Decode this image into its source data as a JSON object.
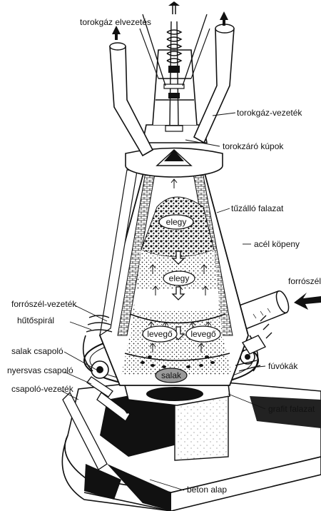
{
  "labels": {
    "top_gas_outlet": "torokgáz elvezetés",
    "top_gas_pipe": "torokgáz-vezeték",
    "closing_cones": "torokzáró kúpok",
    "refractory_lining": "tűzálló falazat",
    "steel_shell": "acél köpeny",
    "hot_air": "forrószél",
    "hot_air_pipe": "forrószél-vezeték",
    "cooling_coil": "hűtőspirál",
    "slag_tap": "salak csapoló",
    "pig_iron_tap": "nyersvas csapoló",
    "tap_pipe": "csapoló-vezeték",
    "tuyeres": "fúvókák",
    "graphite_lining": "grafit falazat",
    "concrete_base": "beton alap"
  },
  "inner_labels": {
    "charge_top": "elegy",
    "charge_mid": "elegy",
    "air_left": "levegő",
    "air_right": "levegő",
    "slag": "salak"
  }
}
